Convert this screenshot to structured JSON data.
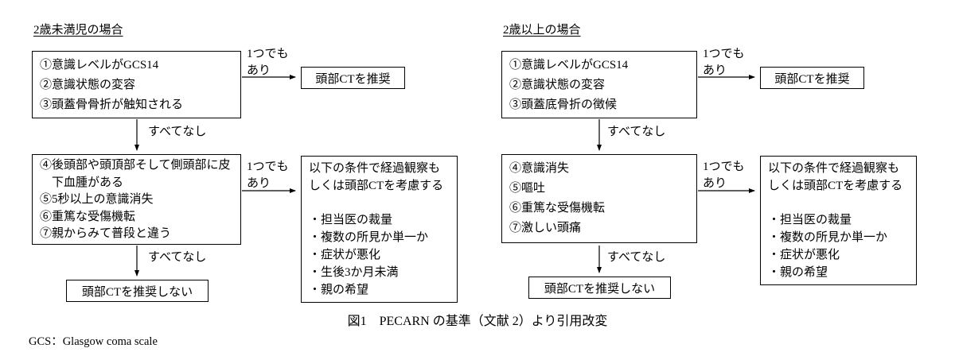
{
  "labels": {
    "any_line1": "1つでも",
    "any_line2": "あり",
    "none": "すべてなし"
  },
  "left": {
    "title": "2歳未満児の場合",
    "box1": [
      "①意識レベルがGCS14",
      "②意識状態の変容",
      "③頭蓋骨骨折が触知される"
    ],
    "recommend": "頭部CTを推奨",
    "box2": [
      "④後頭部や頭頂部そして側頭部に皮下血腫がある",
      "⑤5秒以上の意識消失",
      "⑥重篤な受傷機転",
      "⑦親からみて普段と違う"
    ],
    "consider": {
      "header": "以下の条件で経過観察もしくは頭部CTを考慮する",
      "items": [
        "・担当医の裁量",
        "・複数の所見か単一か",
        "・症状が悪化",
        "・生後3か月未満",
        "・親の希望"
      ]
    },
    "not_recommend": "頭部CTを推奨しない"
  },
  "right": {
    "title": "2歳以上の場合",
    "box1": [
      "①意識レベルがGCS14",
      "②意識状態の変容",
      "③頭蓋底骨折の徴候"
    ],
    "recommend": "頭部CTを推奨",
    "box2": [
      "④意識消失",
      "⑤嘔吐",
      "⑥重篤な受傷機転",
      "⑦激しい頭痛"
    ],
    "consider": {
      "header": "以下の条件で経過観察もしくは頭部CTを考慮する",
      "items": [
        "・担当医の裁量",
        "・複数の所見か単一か",
        "・症状が悪化",
        "・親の希望"
      ]
    },
    "not_recommend": "頭部CTを推奨しない"
  },
  "caption": "図1　PECARN の基準（文献 2）より引用改変",
  "footnote": "GCS：Glasgow coma scale"
}
